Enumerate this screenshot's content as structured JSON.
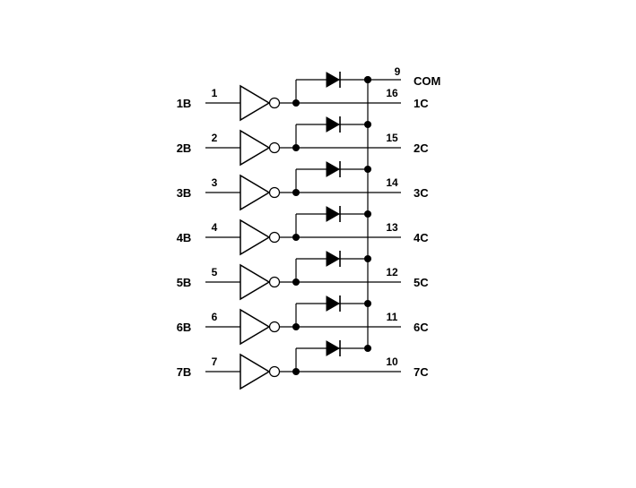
{
  "channels": [
    {
      "input_name": "1B",
      "input_pin": "1",
      "output_pin": "16",
      "output_name": "1C"
    },
    {
      "input_name": "2B",
      "input_pin": "2",
      "output_pin": "15",
      "output_name": "2C"
    },
    {
      "input_name": "3B",
      "input_pin": "3",
      "output_pin": "14",
      "output_name": "3C"
    },
    {
      "input_name": "4B",
      "input_pin": "4",
      "output_pin": "13",
      "output_name": "4C"
    },
    {
      "input_name": "5B",
      "input_pin": "5",
      "output_pin": "12",
      "output_name": "5C"
    },
    {
      "input_name": "6B",
      "input_pin": "6",
      "output_pin": "11",
      "output_name": "6C"
    },
    {
      "input_name": "7B",
      "input_pin": "7",
      "output_pin": "10",
      "output_name": "7C"
    }
  ],
  "com": {
    "pin": "9",
    "name": "COM"
  }
}
